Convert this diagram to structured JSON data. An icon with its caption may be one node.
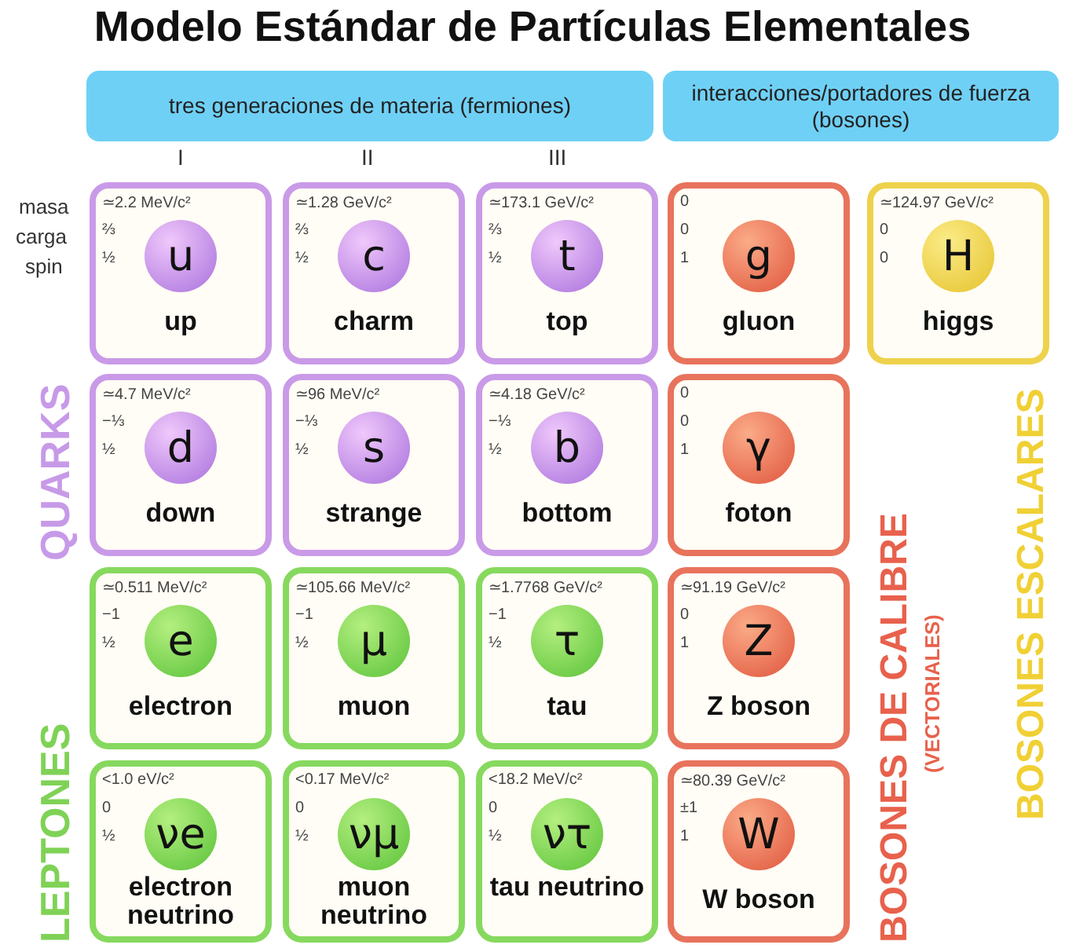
{
  "diagram": {
    "title": "Modelo Estándar de Partículas Elementales",
    "nodes": [
      {
        "text": [
          "tres generaciones de materia (fermiones)"
        ]
      },
      {
        "text": [
          "interacciones/portadores de fuerza (bosones)"
        ]
      },
      {
        "text": [
          "≃2.2 MeV/c²",
          "⅔",
          "½",
          "u",
          "up"
        ]
      },
      {
        "text": [
          "≃1.28 GeV/c²",
          "⅔",
          "½",
          "c",
          "charm"
        ]
      },
      {
        "text": [
          "≃173.1 GeV/c²",
          "⅔",
          "½",
          "t",
          "top"
        ]
      },
      {
        "text": [
          "0",
          "0",
          "1",
          "g",
          "gluon"
        ]
      },
      {
        "text": [
          "≃124.97 GeV/c²",
          "0",
          "0",
          "H",
          "higgs"
        ]
      },
      {
        "text": [
          "≃4.7 MeV/c²",
          "−⅓",
          "½",
          "d",
          "down"
        ]
      },
      {
        "text": [
          "≃96 MeV/c²",
          "−⅓",
          "½",
          "s",
          "strange"
        ]
      },
      {
        "text": [
          "≃4.18 GeV/c²",
          "−⅓",
          "½",
          "b",
          "bottom"
        ]
      },
      {
        "text": [
          "0",
          "0",
          "1",
          "γ",
          "foton"
        ]
      },
      {
        "text": [
          "≃0.511 MeV/c²",
          "−1",
          "½",
          "e",
          "electron"
        ]
      },
      {
        "text": [
          "≃105.66 MeV/c²",
          "−1",
          "½",
          "μ",
          "muon"
        ]
      },
      {
        "text": [
          "≃1.7768 GeV/c²",
          "−1",
          "½",
          "τ",
          "tau"
        ]
      },
      {
        "text": [
          "≃91.19 GeV/c²",
          "0",
          "1",
          "Z",
          "Z boson"
        ]
      },
      {
        "text": [
          "<1.0 eV/c²",
          "0",
          "½",
          "νe",
          "electron neutrino"
        ]
      },
      {
        "text": [
          "<0.17 MeV/c²",
          "0",
          "½",
          "νμ",
          "muon neutrino"
        ]
      },
      {
        "text": [
          "<18.2 MeV/c²",
          "0",
          "½",
          "ντ",
          "tau neutrino"
        ]
      },
      {
        "text": [
          "≃80.39 GeV/c²",
          "±1",
          "1",
          "W",
          "W boson"
        ]
      }
    ],
    "labels": [
      "I",
      "II",
      "III",
      "masa",
      "carga",
      "spin",
      "QUARKS",
      "LEPTONES",
      "BOSONES DE CALIBRE",
      "(VECTORIALES)",
      "BOSONES ESCALARES"
    ]
  }
}
